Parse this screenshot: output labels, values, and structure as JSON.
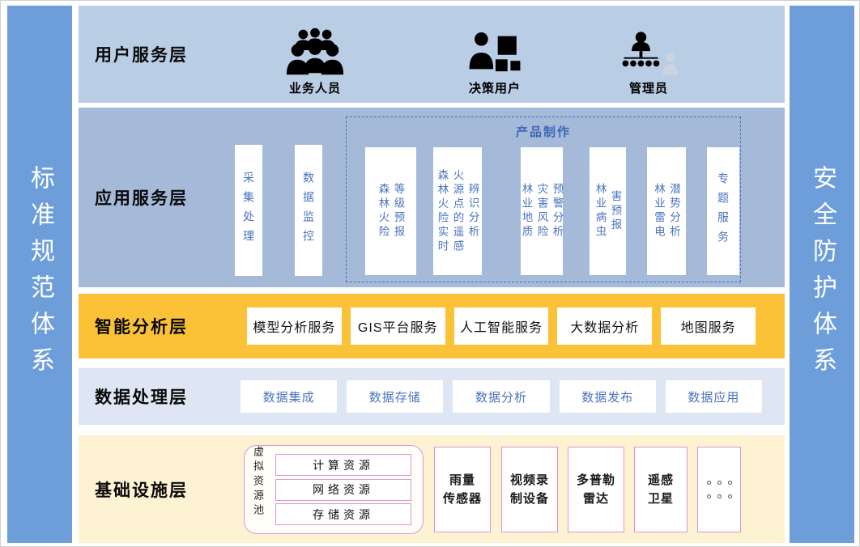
{
  "side_bars": {
    "left_label": "标准规范体系",
    "right_label": "安全防护体系"
  },
  "user_layer": {
    "title": "用户服务层",
    "roles": [
      {
        "label": "业务人员",
        "icon": "business-users-icon"
      },
      {
        "label": "决策用户",
        "icon": "decision-user-icon"
      },
      {
        "label": "管理员",
        "icon": "admin-icon"
      }
    ]
  },
  "app_layer": {
    "title": "应用服务层",
    "items": [
      {
        "label": "采集处理"
      },
      {
        "label": "数据监控"
      }
    ],
    "product_group": {
      "label": "产品制作",
      "items": [
        {
          "label": "森林火险\n等级预报"
        },
        {
          "label": "森林火险实时\n火源点的遥感\n辨识分析"
        },
        {
          "label": "林业地质\n灾害风险\n预警分析"
        },
        {
          "label": "林业病虫\n害预报"
        },
        {
          "label": "林业雷电\n潜势分析"
        },
        {
          "label": "专题服务"
        }
      ]
    }
  },
  "analysis_layer": {
    "title": "智能分析层",
    "items": [
      {
        "label": "模型分析服务"
      },
      {
        "label": "GIS平台服务"
      },
      {
        "label": "人工智能服务"
      },
      {
        "label": "大数据分析"
      },
      {
        "label": "地图服务"
      }
    ]
  },
  "data_layer": {
    "title": "数据处理层",
    "items": [
      {
        "label": "数据集成"
      },
      {
        "label": "数据存储"
      },
      {
        "label": "数据分析"
      },
      {
        "label": "数据发布"
      },
      {
        "label": "数据应用"
      }
    ]
  },
  "infra_layer": {
    "title": "基础设施层",
    "resource_pool": {
      "label": "虚拟资源池",
      "items": [
        {
          "label": "计算资源"
        },
        {
          "label": "网络资源"
        },
        {
          "label": "存储资源"
        }
      ]
    },
    "devices": [
      {
        "label": "雨量\n传感器"
      },
      {
        "label": "视频录\n制设备"
      },
      {
        "label": "多普勒\n雷达"
      },
      {
        "label": "遥感\n卫星"
      }
    ],
    "more_indicator": "ellipsis-dots-icon"
  },
  "colors": {
    "side_bar": "#6d9eda",
    "user_band": "#b9cde4",
    "app_band": "#a5bad8",
    "analysis_band": "#fbc238",
    "data_band": "#dde6f2",
    "infra_band": "#fdf3d3",
    "box_text_blue": "#4a74c0",
    "pink_border": "#e292cc",
    "dashed_border": "#4472c4"
  }
}
